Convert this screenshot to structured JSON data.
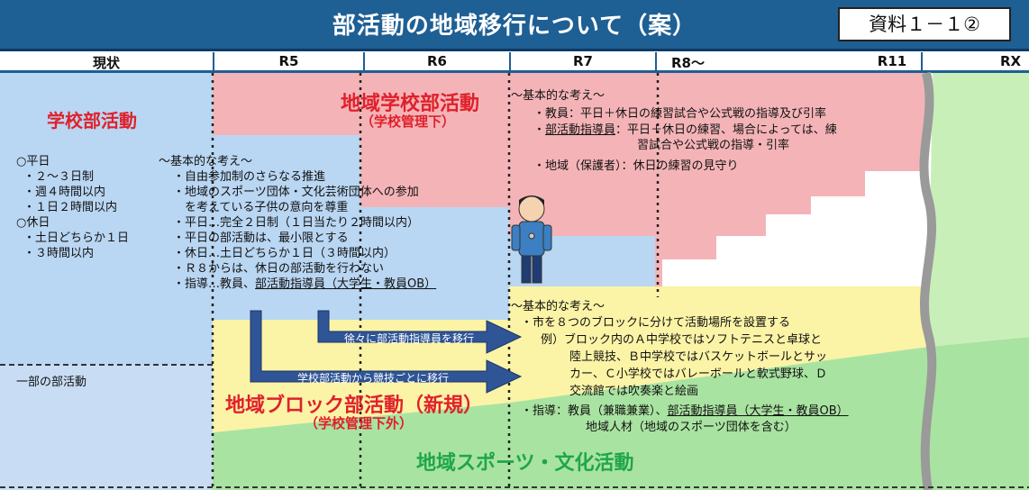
{
  "title": "部活動の地域移行について（案）",
  "doc_number": "資料１－１②",
  "timeline": {
    "current": "現状",
    "r5": "R5",
    "r6": "R6",
    "r7": "R7",
    "r8": "R8～",
    "r11": "R11",
    "rx": "RX"
  },
  "zones": {
    "school_club": "学校部活動",
    "community_school_club": "地域学校部活動",
    "community_school_club_sub": "（学校管理下）",
    "community_block_club": "地域ブロック部活動（新規）",
    "community_block_club_sub": "（学校管理下外）",
    "community_sports_culture": "地域スポーツ・文化活動"
  },
  "current_status": {
    "weekday": "○平日",
    "weekday_items": [
      "・２～３日制",
      "・週４時間以内",
      "・１日２時間以内"
    ],
    "holiday": "○休日",
    "holiday_items": [
      "・土日どちらか１日",
      "・３時間以内"
    ],
    "partial": "一部の部活動"
  },
  "basic_policy_left": {
    "heading": "～基本的な考え～",
    "items": [
      "・自由参加制のさらなる推進",
      "・地域のスポーツ団体・文化芸術団体への参加",
      "　を考えている子供の意向を尊重",
      "・平日…完全２日制（１日当たり２時間以内）",
      "・平日の部活動は、最小限とする",
      "・休日…土日どちらか１日（３時間以内）",
      "・Ｒ８からは、休日の部活動を行わない"
    ],
    "guidance_prefix": "・指導…教員、",
    "guidance_underlined": "部活動指導員（大学生・教員OB）"
  },
  "basic_policy_upper_right": {
    "heading": "～基本的な考え～",
    "teacher": "・教員：平日＋休日の練習試合や公式戦の指導及び引率",
    "instructor_label": "部活動指導員",
    "instructor_text": "：平日＋休日の練習、場合によっては、練",
    "instructor_text_2": "習試合や公式戦の指導・引率",
    "community": "・地域（保護者）：休日の練習の見守り"
  },
  "basic_policy_lower_right": {
    "heading": "～基本的な考え～",
    "lines": [
      "・市を８つのブロックに分けて活動場所を設置する",
      "例）ブロック内のＡ中学校ではソフトテニスと卓球と",
      "陸上競技、Ｂ中学校ではバスケットボールとサッ",
      "カー、Ｃ小学校ではバレーボールと軟式野球、Ｄ",
      "交流館では吹奏楽と絵画"
    ],
    "guidance_prefix": "・指導：教員（兼職兼業）、",
    "guidance_underlined": "部活動指導員（大学生・教員OB）",
    "guidance_line2": "地域人材（地域のスポーツ団体を含む）"
  },
  "arrows": {
    "upper": "徐々に部活動指導員を移行",
    "lower": "学校部活動から競技ごとに移行"
  },
  "colors": {
    "title_blue": "#1e5f94",
    "school_blue": "#b9d6f2",
    "community_pink": "#f4b4b7",
    "block_yellow": "#fbf3a6",
    "sports_green": "#a9e3a1",
    "arrow_navy": "#2f5597",
    "accent_red": "#e0202b",
    "accent_green": "#1fa64a"
  },
  "icons": {
    "coach": "person-with-whistle-icon"
  }
}
